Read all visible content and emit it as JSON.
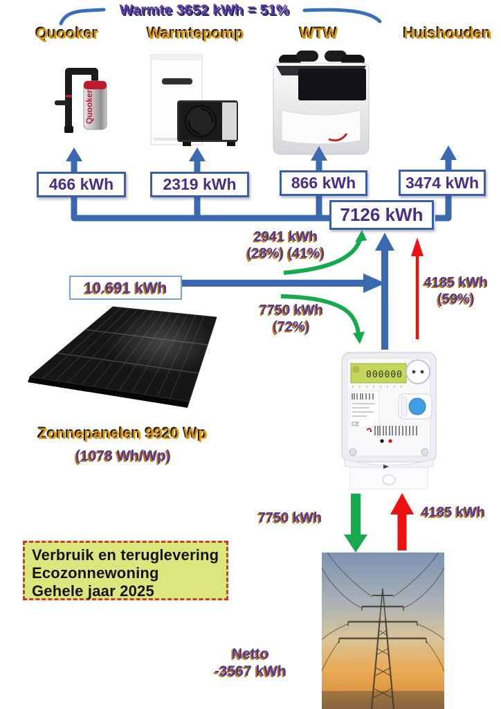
{
  "header": {
    "brace_label": "Warmte 3652 kWh = 51%",
    "columns": [
      {
        "label": "Quooker",
        "value": "466 kWh"
      },
      {
        "label": "Warmtepomp",
        "value": "2319 kWh"
      },
      {
        "label": "WTW",
        "value": "866 kWh"
      },
      {
        "label": "Huishouden",
        "value": "3474 kWh"
      }
    ]
  },
  "consumption_total": "7126 kWh",
  "solar": {
    "production_total": "10.691 kWh",
    "panel_label": "Zonnepanelen 9920 Wp",
    "yield_label": "(1078 Wh/Wp)"
  },
  "flows": {
    "self_consumed": {
      "value": "2941 kWh",
      "pct": "(28%) (41%)"
    },
    "grid_import_upper": {
      "value": "4185 kWh",
      "pct": "(59%)"
    },
    "grid_export_upper": {
      "value": "7750 kWh",
      "pct": "(72%)"
    },
    "grid_export_lower": "7750 kWh",
    "grid_import_lower": "4185 kWh",
    "net": {
      "label": "Netto",
      "value": "-3567 kWh"
    }
  },
  "info_box": {
    "line1": "Verbruik en teruglevering",
    "line2": "Ecozonnewoning",
    "line3": "Gehele jaar 2025"
  },
  "meter": {
    "display": "000000"
  },
  "brands": {
    "quooker": "Quooker"
  },
  "colors": {
    "arrow_blue": "#3a69b0",
    "arrow_green": "#17a94e",
    "arrow_red": "#ee1111",
    "text_purple": "#4c3a96",
    "text_orange": "#e0920a",
    "box_border_blue": "#3a5fa8",
    "info_bg": "#dbe77d",
    "info_border": "#d03a2a"
  }
}
